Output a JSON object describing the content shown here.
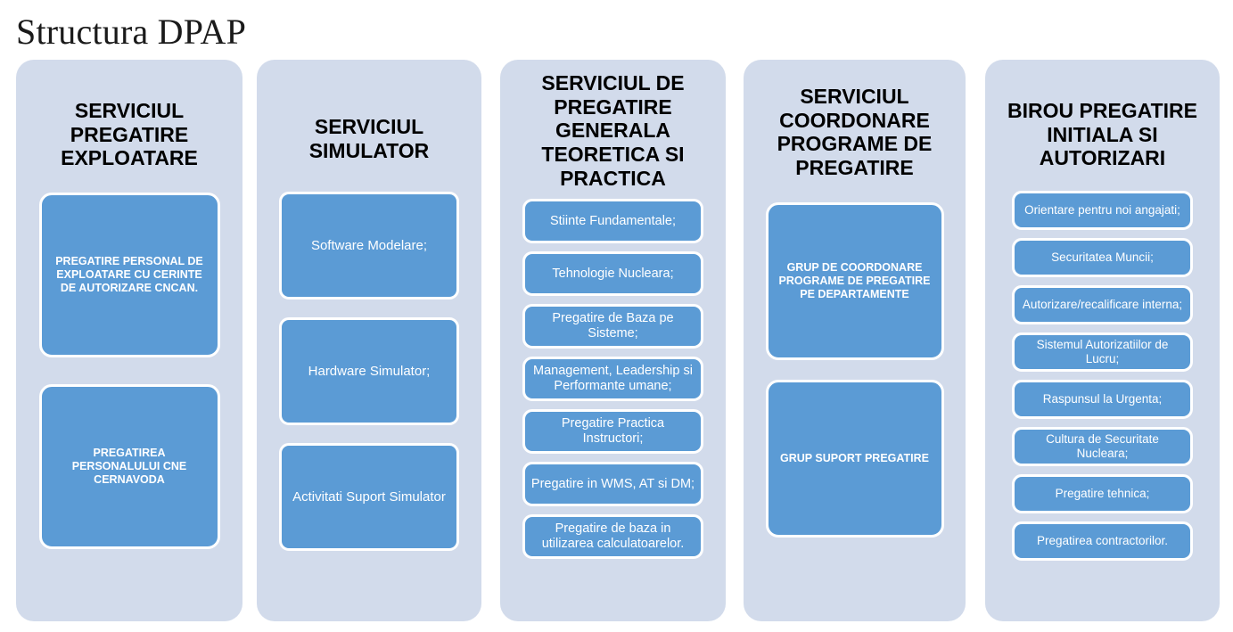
{
  "title": "Structura DPAP",
  "colors": {
    "panel_background": "#d2dbeb",
    "card_fill": "#5b9bd5",
    "card_border": "#ffffff",
    "card_text": "#ffffff",
    "header_text": "#000000",
    "page_background": "#ffffff",
    "title_text": "#1a1a1a"
  },
  "columns": [
    {
      "header": "SERVICIUL\nPREGATIRE\nEXPLOATARE",
      "cards": [
        "PREGATIRE PERSONAL DE EXPLOATARE CU CERINTE DE AUTORIZARE CNCAN.",
        "PREGATIREA PERSONALULUI CNE CERNAVODA"
      ]
    },
    {
      "header": "SERVICIUL\nSIMULATOR",
      "cards": [
        "Software Modelare;",
        "Hardware Simulator;",
        "Activitati Suport Simulator"
      ]
    },
    {
      "header": "SERVICIUL  DE\nPREGATIRE\nGENERALA\nTEORETICA SI\nPRACTICA",
      "cards": [
        "Stiinte Fundamentale;",
        "Tehnologie Nucleara;",
        "Pregatire de Baza pe Sisteme;",
        "Management, Leadership si Performante umane;",
        "Pregatire Practica Instructori;",
        "Pregatire in WMS, AT si DM;",
        "Pregatire de baza in utilizarea calculatoarelor."
      ]
    },
    {
      "header": "SERVICIUL\nCOORDONARE\nPROGRAME DE\nPREGATIRE",
      "cards": [
        "GRUP DE COORDONARE PROGRAME DE PREGATIRE PE DEPARTAMENTE",
        "GRUP SUPORT PREGATIRE"
      ]
    },
    {
      "header": "BIROU  PREGATIRE\nINITIALA SI\nAUTORIZARI",
      "cards": [
        "Orientare pentru noi angajati;",
        "Securitatea Muncii;",
        "Autorizare/recalificare interna;",
        "Sistemul Autorizatiilor de Lucru;",
        "Raspunsul la Urgenta;",
        "Cultura de Securitate Nucleara;",
        "Pregatire tehnica;",
        "Pregatirea contractorilor."
      ]
    }
  ]
}
